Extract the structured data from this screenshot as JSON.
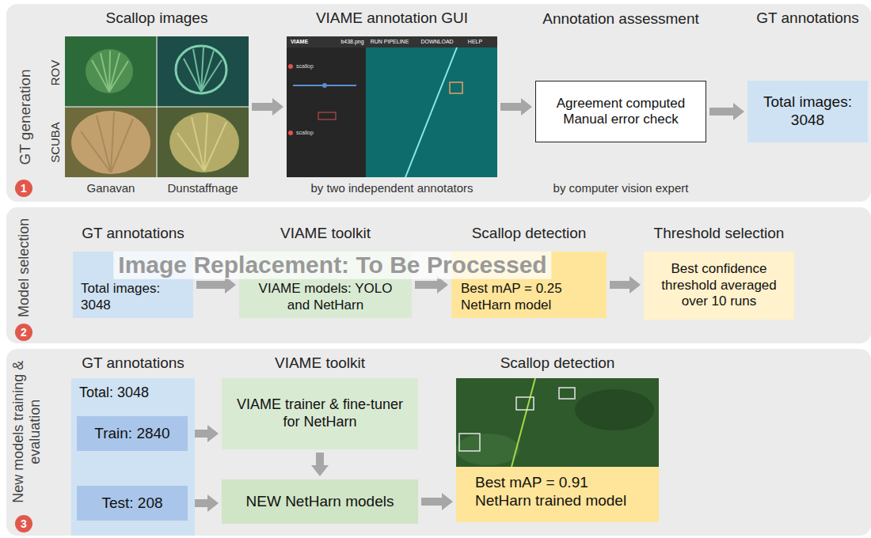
{
  "diagram": {
    "nodes": [
      {
        "text": [
          "GT generation"
        ]
      },
      {
        "text": [
          "1"
        ],
        "in": 0
      },
      {
        "text": [
          "Scallop images"
        ],
        "in": 0
      },
      {
        "text": [
          "VIAME annotation GUI"
        ],
        "in": 0
      },
      {
        "text": [
          "Annotation assessment",
          "Agreement computed Manual error check"
        ],
        "in": 0
      },
      {
        "text": [
          "GT annotations",
          "Total images: 3048"
        ],
        "in": 0
      },
      {
        "text": [
          "Model selection"
        ]
      },
      {
        "text": [
          "2"
        ],
        "in": 6
      },
      {
        "text": [
          "GT annotations",
          "Total images: 3048"
        ],
        "in": 6
      },
      {
        "text": [
          "VIAME toolkit",
          "VIAME models: YOLO and NetHarn"
        ],
        "in": 6
      },
      {
        "text": [
          "Scallop detection",
          "Best mAP = 0.25 NetHarn model"
        ],
        "in": 6
      },
      {
        "text": [
          "Threshold selection",
          "Best confidence threshold averaged over 10 runs"
        ],
        "in": 6
      },
      {
        "text": [
          "New models training & evaluation"
        ]
      },
      {
        "text": [
          "3"
        ],
        "in": 12
      },
      {
        "text": [
          "GT annotations",
          "Total: 3048"
        ],
        "in": 12
      },
      {
        "text": [
          "Train: 2840"
        ],
        "in": 14
      },
      {
        "text": [
          "Test: 208"
        ],
        "in": 14
      },
      {
        "text": [
          "VIAME toolkit",
          "VIAME trainer & fine-tuner for NetHarn"
        ],
        "in": 12
      },
      {
        "text": [
          "NEW NetHarn models"
        ],
        "in": 12
      },
      {
        "text": [
          "Scallop detection",
          "Best mAP = 0.91 NetHarn trained model"
        ],
        "in": 12
      }
    ],
    "edges": [
      {
        "from": 2,
        "to": 3,
        "arrow": "to"
      },
      {
        "from": 3,
        "to": 4,
        "arrow": "to"
      },
      {
        "from": 4,
        "to": 5,
        "arrow": "to"
      },
      {
        "from": 8,
        "to": 9,
        "arrow": "to"
      },
      {
        "from": 9,
        "to": 10,
        "arrow": "to"
      },
      {
        "from": 10,
        "to": 11,
        "arrow": "to"
      },
      {
        "from": 15,
        "to": 17,
        "arrow": "to"
      },
      {
        "from": 17,
        "to": 18,
        "arrow": "to"
      },
      {
        "from": 16,
        "to": 18,
        "arrow": "to"
      },
      {
        "from": 18,
        "to": 19,
        "arrow": "to"
      }
    ],
    "labels": [
      "ROV",
      "SCUBA",
      "Ganavan",
      "Dunstaffnage",
      "VIAME",
      "b438.png",
      "RUN PIPELINE",
      "DOWNLOAD",
      "HELP",
      "scallop",
      "scallop",
      "by two independent annotators",
      "by computer vision expert",
      "Image Replacement: To Be Processed"
    ]
  }
}
